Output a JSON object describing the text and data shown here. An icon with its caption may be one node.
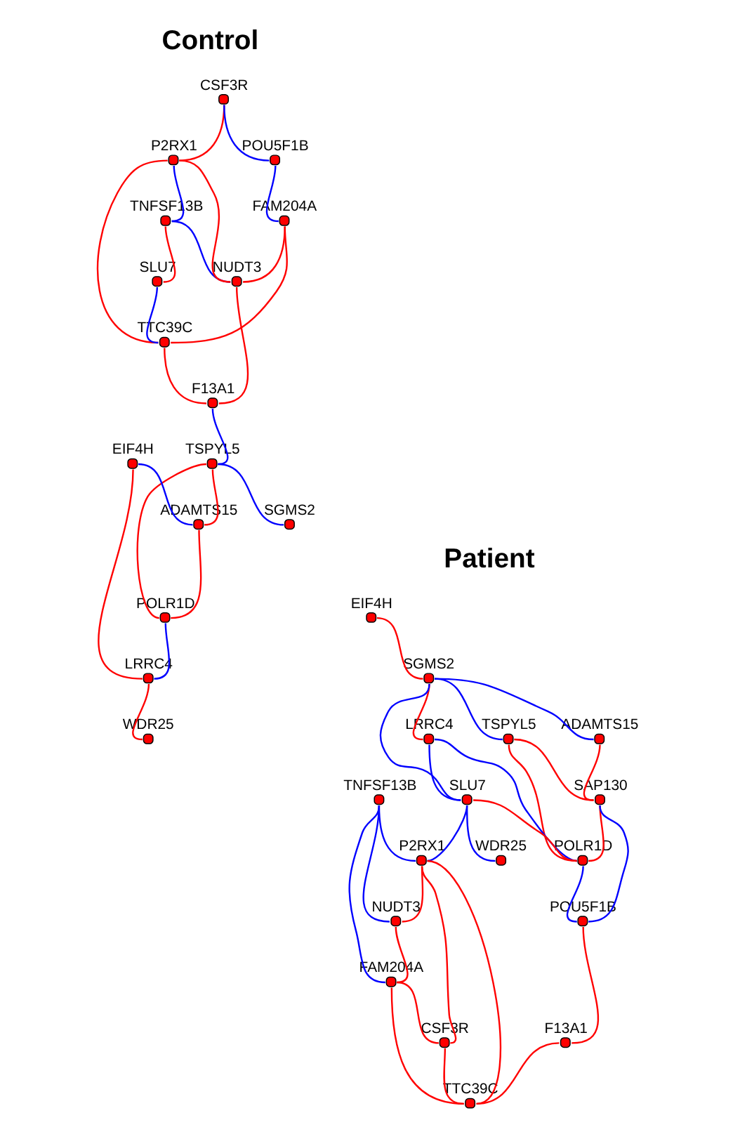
{
  "diagram": {
    "labels": [
      "Control",
      "Patient"
    ],
    "nodes": [
      {
        "text": [],
        "shape": "circle",
        "beside": [
          "TNFSF13B"
        ]
      },
      {
        "text": [],
        "shape": "circle",
        "beside": [
          "P2RX1"
        ]
      },
      {
        "text": [],
        "shape": "circle",
        "beside": [
          "CSF3R"
        ]
      },
      {
        "text": [],
        "shape": "circle",
        "beside": [
          "SLU7"
        ]
      },
      {
        "text": [],
        "shape": "circle",
        "beside": [
          "NUDT3"
        ]
      },
      {
        "text": [],
        "shape": "circle",
        "beside": [
          "TTC39C"
        ]
      },
      {
        "text": [],
        "shape": "circle",
        "beside": [
          "POU5F1B"
        ]
      },
      {
        "text": [],
        "shape": "circle",
        "beside": [
          "FAM204A"
        ]
      },
      {
        "text": [],
        "shape": "circle",
        "beside": [
          "F13A1"
        ]
      },
      {
        "text": [],
        "shape": "circle",
        "beside": [
          "WDR25"
        ]
      },
      {
        "text": [],
        "shape": "circle",
        "beside": [
          "TSPYL5"
        ]
      },
      {
        "text": [],
        "shape": "circle",
        "beside": [
          "LRRC4"
        ]
      },
      {
        "text": [],
        "shape": "circle",
        "beside": [
          "SGMS2"
        ]
      },
      {
        "text": [],
        "shape": "circle",
        "beside": [
          "EIF4H"
        ]
      },
      {
        "text": [],
        "shape": "circle",
        "beside": [
          "POLR1D"
        ]
      },
      {
        "text": [],
        "shape": "circle",
        "beside": [
          "ADAMTS15"
        ]
      },
      {
        "text": [],
        "shape": "circle",
        "beside": [
          "EIF4H"
        ]
      },
      {
        "text": [],
        "shape": "circle",
        "beside": [
          "ADAMTS15"
        ]
      },
      {
        "text": [],
        "shape": "circle",
        "beside": [
          "SGMS2"
        ]
      },
      {
        "text": [],
        "shape": "circle",
        "beside": [
          "TSPYL5"
        ]
      },
      {
        "text": [],
        "shape": "circle",
        "beside": [
          "SAP130"
        ]
      },
      {
        "text": [],
        "shape": "circle",
        "beside": [
          "LRRC4"
        ]
      },
      {
        "text": [],
        "shape": "circle",
        "beside": [
          "POLR1D"
        ]
      },
      {
        "text": [],
        "shape": "circle",
        "beside": [
          "SLU7"
        ]
      },
      {
        "text": [],
        "shape": "circle",
        "beside": [
          "POU5F1B"
        ]
      },
      {
        "text": [],
        "shape": "circle",
        "beside": [
          "WDR25"
        ]
      },
      {
        "text": [],
        "shape": "circle",
        "beside": [
          "TNFSF13B"
        ]
      },
      {
        "text": [],
        "shape": "circle",
        "beside": [
          "P2RX1"
        ]
      },
      {
        "text": [],
        "shape": "circle",
        "beside": [
          "F13A1"
        ]
      },
      {
        "text": [],
        "shape": "circle",
        "beside": [
          "NUDT3"
        ]
      },
      {
        "text": [],
        "shape": "circle",
        "beside": [
          "FAM204A"
        ]
      },
      {
        "text": [],
        "shape": "circle",
        "beside": [
          "TTC39C"
        ]
      },
      {
        "text": [],
        "shape": "circle",
        "beside": [
          "CSF3R"
        ]
      }
    ],
    "edges": [
      {
        "from": 2,
        "to": 1,
        "arrow": "none"
      },
      {
        "from": 2,
        "to": 6,
        "arrow": "none",
        "color": "#0000ff"
      },
      {
        "from": 6,
        "to": 7,
        "arrow": "none",
        "color": "#0000ff"
      },
      {
        "from": 1,
        "to": 0,
        "arrow": "none",
        "color": "#0000ff"
      },
      {
        "from": 0,
        "to": 3,
        "arrow": "none"
      },
      {
        "from": 0,
        "to": 4,
        "arrow": "none",
        "color": "#0000ff"
      },
      {
        "from": 3,
        "to": 5,
        "arrow": "none",
        "color": "#0000ff"
      },
      {
        "from": 1,
        "to": 5,
        "arrow": "none"
      },
      {
        "from": 1,
        "to": 4,
        "arrow": "none"
      },
      {
        "from": 4,
        "to": 8,
        "arrow": "none"
      },
      {
        "from": 7,
        "to": 4,
        "arrow": "none"
      },
      {
        "from": 7,
        "to": 5,
        "arrow": "none"
      },
      {
        "from": 5,
        "to": 8,
        "arrow": "none"
      },
      {
        "from": 8,
        "to": 10,
        "arrow": "none",
        "color": "#0000ff"
      },
      {
        "from": 10,
        "to": 12,
        "arrow": "none",
        "color": "#0000ff"
      },
      {
        "from": 10,
        "to": 15,
        "arrow": "none"
      },
      {
        "from": 10,
        "to": 14,
        "arrow": "none"
      },
      {
        "from": 13,
        "to": 11,
        "arrow": "none"
      },
      {
        "from": 13,
        "to": 15,
        "arrow": "none",
        "color": "#0000ff"
      },
      {
        "from": 15,
        "to": 14,
        "arrow": "none"
      },
      {
        "from": 14,
        "to": 11,
        "arrow": "none",
        "color": "#0000ff"
      },
      {
        "from": 11,
        "to": 9,
        "arrow": "none"
      },
      {
        "from": 16,
        "to": 18,
        "arrow": "none"
      },
      {
        "from": 18,
        "to": 17,
        "arrow": "none",
        "color": "#0000ff"
      },
      {
        "from": 18,
        "to": 19,
        "arrow": "none",
        "color": "#0000ff"
      },
      {
        "from": 18,
        "to": 21,
        "arrow": "none"
      },
      {
        "from": 18,
        "to": 23,
        "arrow": "none",
        "color": "#0000ff"
      },
      {
        "from": 17,
        "to": 20,
        "arrow": "none"
      },
      {
        "from": 19,
        "to": 20,
        "arrow": "none"
      },
      {
        "from": 19,
        "to": 22,
        "arrow": "none"
      },
      {
        "from": 20,
        "to": 22,
        "arrow": "none"
      },
      {
        "from": 20,
        "to": 24,
        "arrow": "none",
        "color": "#0000ff"
      },
      {
        "from": 21,
        "to": 22,
        "arrow": "none",
        "color": "#0000ff"
      },
      {
        "from": 22,
        "to": 24,
        "arrow": "none",
        "color": "#0000ff"
      },
      {
        "from": 21,
        "to": 23,
        "arrow": "none",
        "color": "#0000ff"
      },
      {
        "from": 23,
        "to": 22,
        "arrow": "none"
      },
      {
        "from": 23,
        "to": 25,
        "arrow": "none",
        "color": "#0000ff"
      },
      {
        "from": 23,
        "to": 27,
        "arrow": "none",
        "color": "#0000ff"
      },
      {
        "from": 24,
        "to": 28,
        "arrow": "none"
      },
      {
        "from": 28,
        "to": 31,
        "arrow": "none"
      },
      {
        "from": 26,
        "to": 27,
        "arrow": "none",
        "color": "#0000ff"
      },
      {
        "from": 26,
        "to": 29,
        "arrow": "none",
        "color": "#0000ff"
      },
      {
        "from": 26,
        "to": 30,
        "arrow": "none",
        "color": "#0000ff"
      },
      {
        "from": 27,
        "to": 29,
        "arrow": "none"
      },
      {
        "from": 27,
        "to": 32,
        "arrow": "none"
      },
      {
        "from": 27,
        "to": 31,
        "arrow": "none"
      },
      {
        "from": 29,
        "to": 30,
        "arrow": "none"
      },
      {
        "from": 30,
        "to": 31,
        "arrow": "none"
      },
      {
        "from": 30,
        "to": 32,
        "arrow": "none"
      },
      {
        "from": 32,
        "to": 31,
        "arrow": "none"
      }
    ]
  }
}
